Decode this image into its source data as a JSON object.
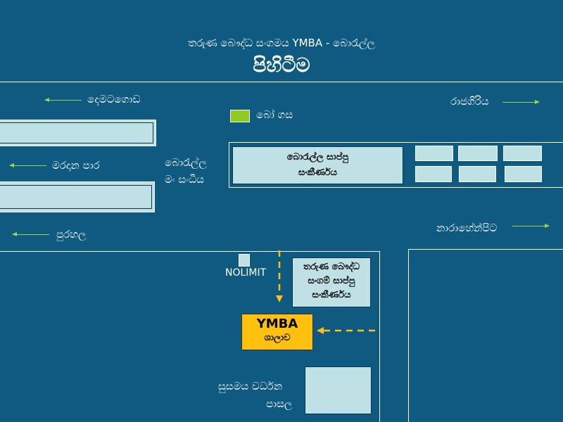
{
  "header": {
    "subtitle": "තරුණ බෞද්ධ සංගමය YMBA - බොරැල්ල",
    "title": "පිහිටීම"
  },
  "directions": {
    "dematagoda": "දෙමටගොඩ",
    "rajagiriya": "රාජගිරිය",
    "maradana": "මරදාන පාර",
    "purahala": "පුරහල",
    "narahenpita": "නාරාහේන්පිට"
  },
  "places": {
    "bo_tree": "බෝ ගස",
    "junction_line1": "බොරැල්ල",
    "junction_line2": "මං සංධිය",
    "borella_complex_line1": "බොරැල්ල සාප්පු",
    "borella_complex_line2": "සංකීර්ණය",
    "nolimit": "NOLIMIT",
    "ymba_complex_line1": "තරුණ බෞද්ධ",
    "ymba_complex_line2": "සංගම් සාප්පු",
    "ymba_complex_line3": "සංකීර්ණය",
    "ymba_hall_line1": "YMBA",
    "ymba_hall_line2": "ශාලාව",
    "susamaya_line1": "සුසමය වර්ධන",
    "susamaya_line2": "පාසල"
  },
  "colors": {
    "background": "#0f5a80",
    "building": "#bfe0e4",
    "arrow": "#9fd24a",
    "highlight": "#ffc10e",
    "bo_tree": "#8fca1f"
  }
}
